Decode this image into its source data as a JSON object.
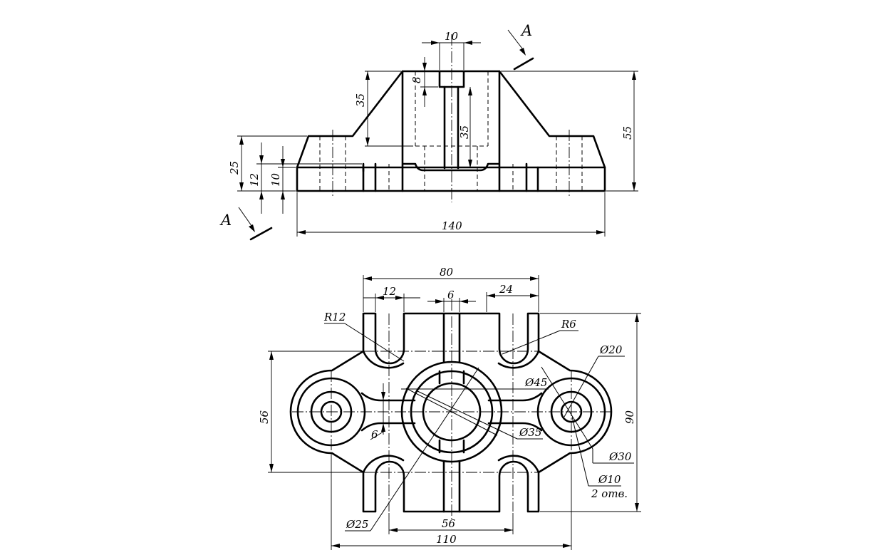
{
  "section_marks": [
    "A",
    "A"
  ],
  "front_view": {
    "dims": {
      "slot_width": "10",
      "slot_depth": "8",
      "boss_chamfer": "35",
      "bore_depth": "35",
      "total_height": "55",
      "lug_height": "25",
      "rib_height": "12",
      "base_height": "10",
      "overall_length": "140"
    }
  },
  "plan_view": {
    "dims": {
      "span_80": "80",
      "slot_12": "12",
      "slot_6_top": "6",
      "slot_24": "24",
      "radius_12": "R12",
      "radius_6": "R6",
      "dia_20": "Ø20",
      "dia_45": "Ø45",
      "dia_35": "Ø35",
      "dia_30": "Ø30",
      "dia_10": "Ø10",
      "holes_note": "2 отв.",
      "height_56": "56",
      "height_90": "90",
      "rib_6": "6",
      "dia_25": "Ø25",
      "span_56": "56",
      "span_110": "110"
    }
  }
}
